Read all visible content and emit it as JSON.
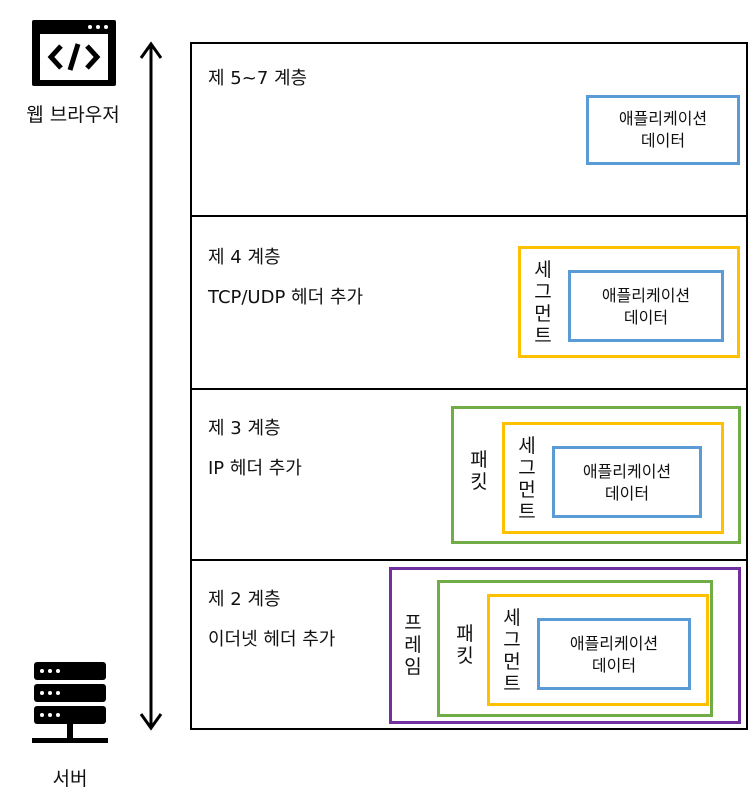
{
  "left": {
    "browser_label": "웹 브라우저",
    "server_label": "서버",
    "browser_icon": "code-window-icon",
    "server_icon": "server-icon"
  },
  "layers": {
    "l57": {
      "title": "제 5~7 계층",
      "data": [
        "애플리케이션",
        "데이터"
      ]
    },
    "l4": {
      "title": "제 4 계층",
      "sub": "TCP/UDP 헤더 추가",
      "segment": [
        "세",
        "그",
        "먼",
        "트"
      ],
      "data": [
        "애플리케이션",
        "데이터"
      ]
    },
    "l3": {
      "title": "제 3 계층",
      "sub": "IP 헤더 추가",
      "packet": [
        "패",
        "킷"
      ],
      "segment": [
        "세",
        "그",
        "먼",
        "트"
      ],
      "data": [
        "애플리케이션",
        "데이터"
      ]
    },
    "l2": {
      "title": "제 2 계층",
      "sub": "이더넷 헤더 추가",
      "frame": [
        "프",
        "레",
        "임"
      ],
      "packet": [
        "패",
        "킷"
      ],
      "segment": [
        "세",
        "그",
        "먼",
        "트"
      ],
      "data": [
        "애플리케이션",
        "데이터"
      ]
    }
  },
  "colors": {
    "data": "#5b9bd5",
    "segment": "#ffc000",
    "packet": "#70ad47",
    "frame": "#7030a0"
  }
}
